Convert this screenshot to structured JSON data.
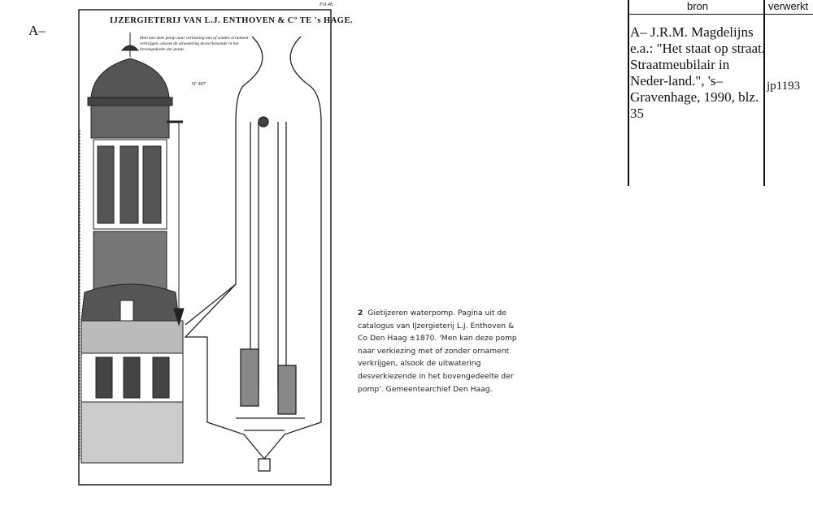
{
  "page": {
    "marker": "A–"
  },
  "plate": {
    "title": "IJZERGIETERIJ VAN L.J. ENTHOVEN & Cº TE 's HAGE.",
    "folio": "Fol.48.",
    "note": "Men kan deze pomp naar verkiezing met of zonder ornament verkrijgen, alsook de uitwatering desverkiezende in het bovengedeelte der pomp.",
    "number": "Nº 497"
  },
  "caption": {
    "number": "2",
    "text": "Gietijzeren waterpomp. Pagina uit de catalogus van IJzergieterij L.J. Enthoven & Co Den Haag ±1870. 'Men kan deze pomp naar verkiezing met of zonder ornament verkrijgen, alsook de uitwatering desverkiezende in het bovengedeelte der pomp'. Gemeentearchief Den Haag."
  },
  "table": {
    "headers": {
      "bron": "bron",
      "verwerkt": "verwerkt"
    },
    "rows": [
      {
        "bron": "A– J.R.M. Magdelijns e.a.: \"Het staat op straat. Straatmeubilair in Neder-land.\", 's–Gravenhage, 1990, blz. 35",
        "verwerkt": "jp1193"
      }
    ]
  }
}
